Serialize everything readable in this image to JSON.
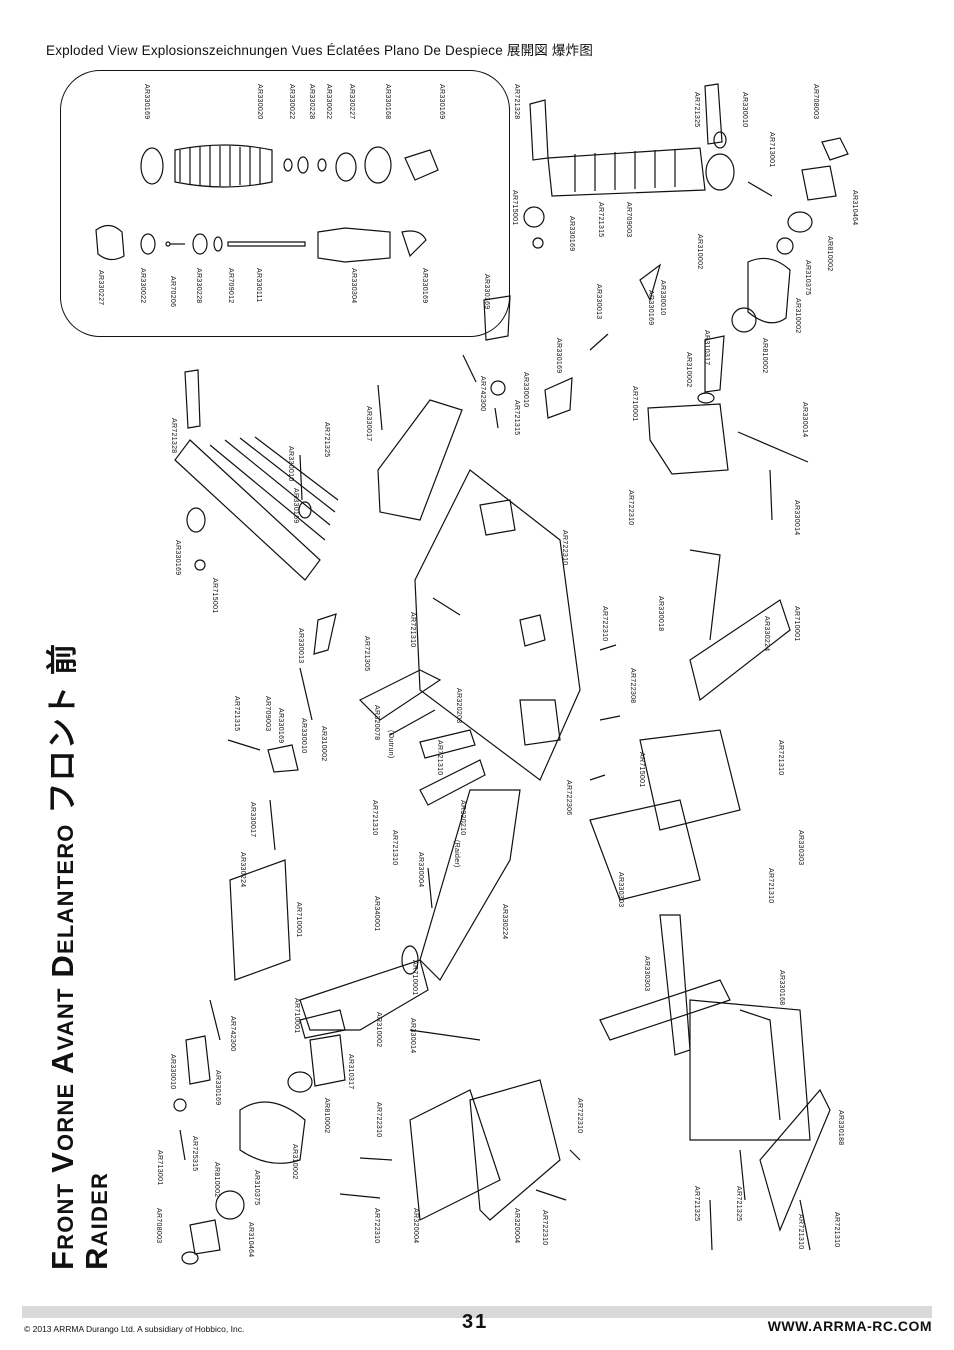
{
  "header": {
    "title": "Exploded View  Explosionszeichnungen  Vues Éclatées  Plano De Despiece  展開図  爆炸图"
  },
  "side_title": {
    "line1": "Front   Vorne   Avant   Delantero   フロント  前",
    "line2": "Raider"
  },
  "footer": {
    "copyright": "© 2013 ARRMA Durango Ltd. A subsidiary of Hobbico, Inc.",
    "page_number": "31",
    "website": "WWW.ARRMA-RC.COM"
  },
  "part_labels": [
    "AR330169",
    "AR330020",
    "AR330022",
    "AR330228",
    "AR330022",
    "AR330227",
    "AR330168",
    "AR330169",
    "AR330227",
    "AR330022",
    "AR70206",
    "AR330228",
    "AR709012",
    "AR330111",
    "AR330304",
    "AR330169",
    "AR721328",
    "AR721325",
    "AR330010",
    "AR708003",
    "AR713001",
    "AR310464",
    "AR810002",
    "AR310375",
    "AR310002",
    "AR715001",
    "AR330169",
    "AR721315",
    "AR709003",
    "AR310002",
    "AR330010",
    "AR330169",
    "AR310317",
    "AR310002",
    "AR810002",
    "AR710001",
    "AR330014",
    "AR330013",
    "AR330169",
    "AR742300",
    "AR721315",
    "AR330010",
    "AR330169",
    "AR721328",
    "AR330017",
    "AR721325",
    "AR330010",
    "AR330169",
    "AR330169",
    "AR715001",
    "AR722310",
    "AR722310",
    "AR722310",
    "AR722308",
    "AR330018",
    "AR330014",
    "AR710001",
    "AR330224",
    "AR330013",
    "AR721305",
    "AR721310",
    "AR721315",
    "AR709003",
    "AR330169",
    "AR330010",
    "AR310002",
    "AR320078",
    "(Outrun)",
    "AR721310",
    "AR721310",
    "AR320203",
    "AR320210",
    "(Raider)",
    "AR721310",
    "AR330004",
    "AR330017",
    "AR330224",
    "AR710001",
    "AR340001",
    "AR710001",
    "AR710001",
    "AR310002",
    "AR330014",
    "AR330224",
    "AR742300",
    "AR330010",
    "AR330169",
    "AR310317",
    "AR810002",
    "AR722310",
    "AR713001",
    "AR725315",
    "AR810002",
    "AR310375",
    "AR310002",
    "AR708003",
    "AR310464",
    "AR722310",
    "AR320004",
    "AR320004",
    "AR722310",
    "AR722310",
    "AR715001",
    "AR721310",
    "AR330303",
    "AR330303",
    "AR721310",
    "AR330303",
    "AR330168",
    "AR330188",
    "AR721325",
    "AR721325",
    "AR721310",
    "AR721310",
    "AR722306"
  ]
}
